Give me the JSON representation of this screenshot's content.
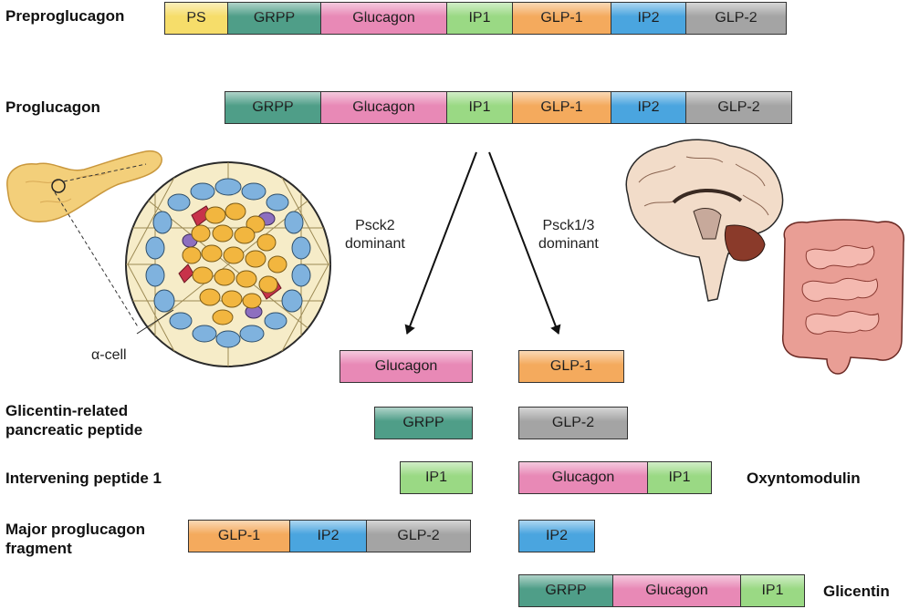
{
  "labels": {
    "preproglucagon": "Preproglucagon",
    "proglucagon": "Proglucagon",
    "grpp_line1": "Glicentin-related",
    "grpp_line2": "pancreatic peptide",
    "ip1": "Intervening peptide 1",
    "mpgf_line1": "Major proglucagon",
    "mpgf_line2": "fragment",
    "oxyntomodulin": "Oxyntomodulin",
    "glicentin": "Glicentin",
    "alpha_cell": "α-cell",
    "psck2_line1": "Psck2",
    "psck2_line2": "dominant",
    "psck13_line1": "Psck1/3",
    "psck13_line2": "dominant"
  },
  "bars": {
    "preproglucagon": [
      "PS",
      "GRPP",
      "Glucagon",
      "IP1",
      "GLP-1",
      "IP2",
      "GLP-2"
    ],
    "proglucagon": [
      "GRPP",
      "Glucagon",
      "IP1",
      "GLP-1",
      "IP2",
      "GLP-2"
    ],
    "left_glucagon": [
      "Glucagon"
    ],
    "left_grpp": [
      "GRPP"
    ],
    "left_ip1": [
      "IP1"
    ],
    "left_mpgf": [
      "GLP-1",
      "IP2",
      "GLP-2"
    ],
    "right_glp1": [
      "GLP-1"
    ],
    "right_glp2": [
      "GLP-2"
    ],
    "right_oxm": [
      "Glucagon",
      "IP1"
    ],
    "right_ip2": [
      "IP2"
    ],
    "right_glicentin": [
      "GRPP",
      "Glucagon",
      "IP1"
    ]
  },
  "segment_colors": {
    "PS": "#f6dd6a",
    "GRPP": "#4f9e88",
    "Glucagon": "#e889b6",
    "IP1": "#9ad984",
    "GLP-1": "#f4aa5d",
    "IP2": "#4aa5df",
    "GLP-2": "#a4a4a4"
  },
  "icons": [
    "pancreas-icon",
    "islet-cross-section-icon",
    "brain-icon",
    "intestine-icon"
  ]
}
